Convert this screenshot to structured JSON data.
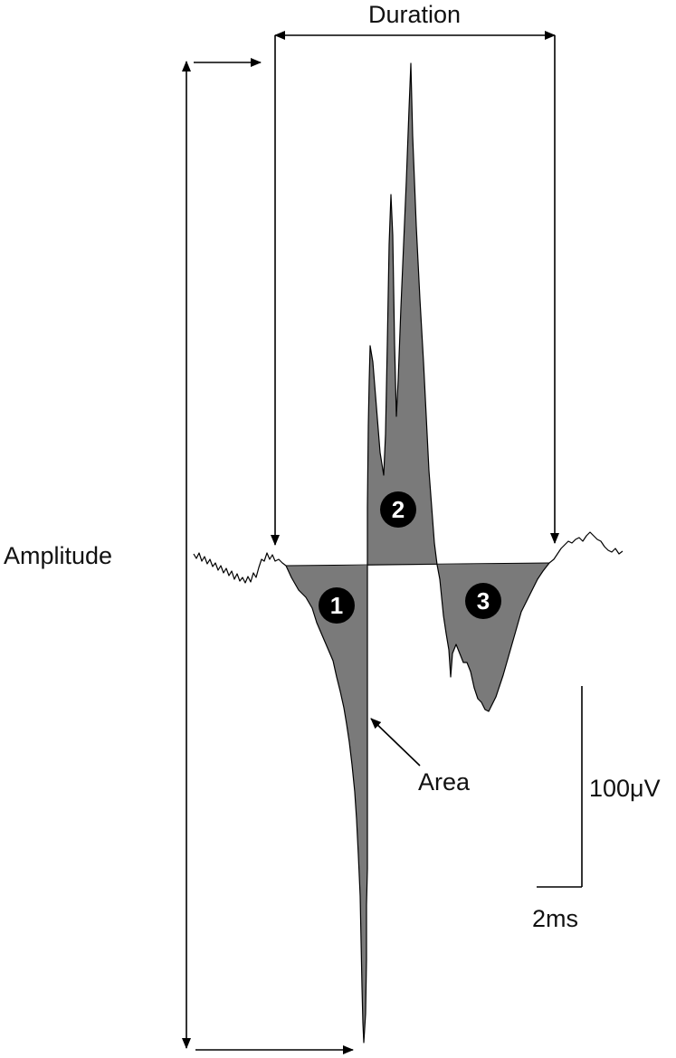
{
  "labels": {
    "duration": "Duration",
    "amplitude": "Amplitude",
    "area": "Area",
    "scale_voltage": "100μV",
    "scale_time": "2ms"
  },
  "phases": [
    "1",
    "2",
    "3"
  ],
  "colors": {
    "fill": "#7a7a7a",
    "line": "#000000",
    "badge": "#000000",
    "badge_text": "#ffffff"
  }
}
